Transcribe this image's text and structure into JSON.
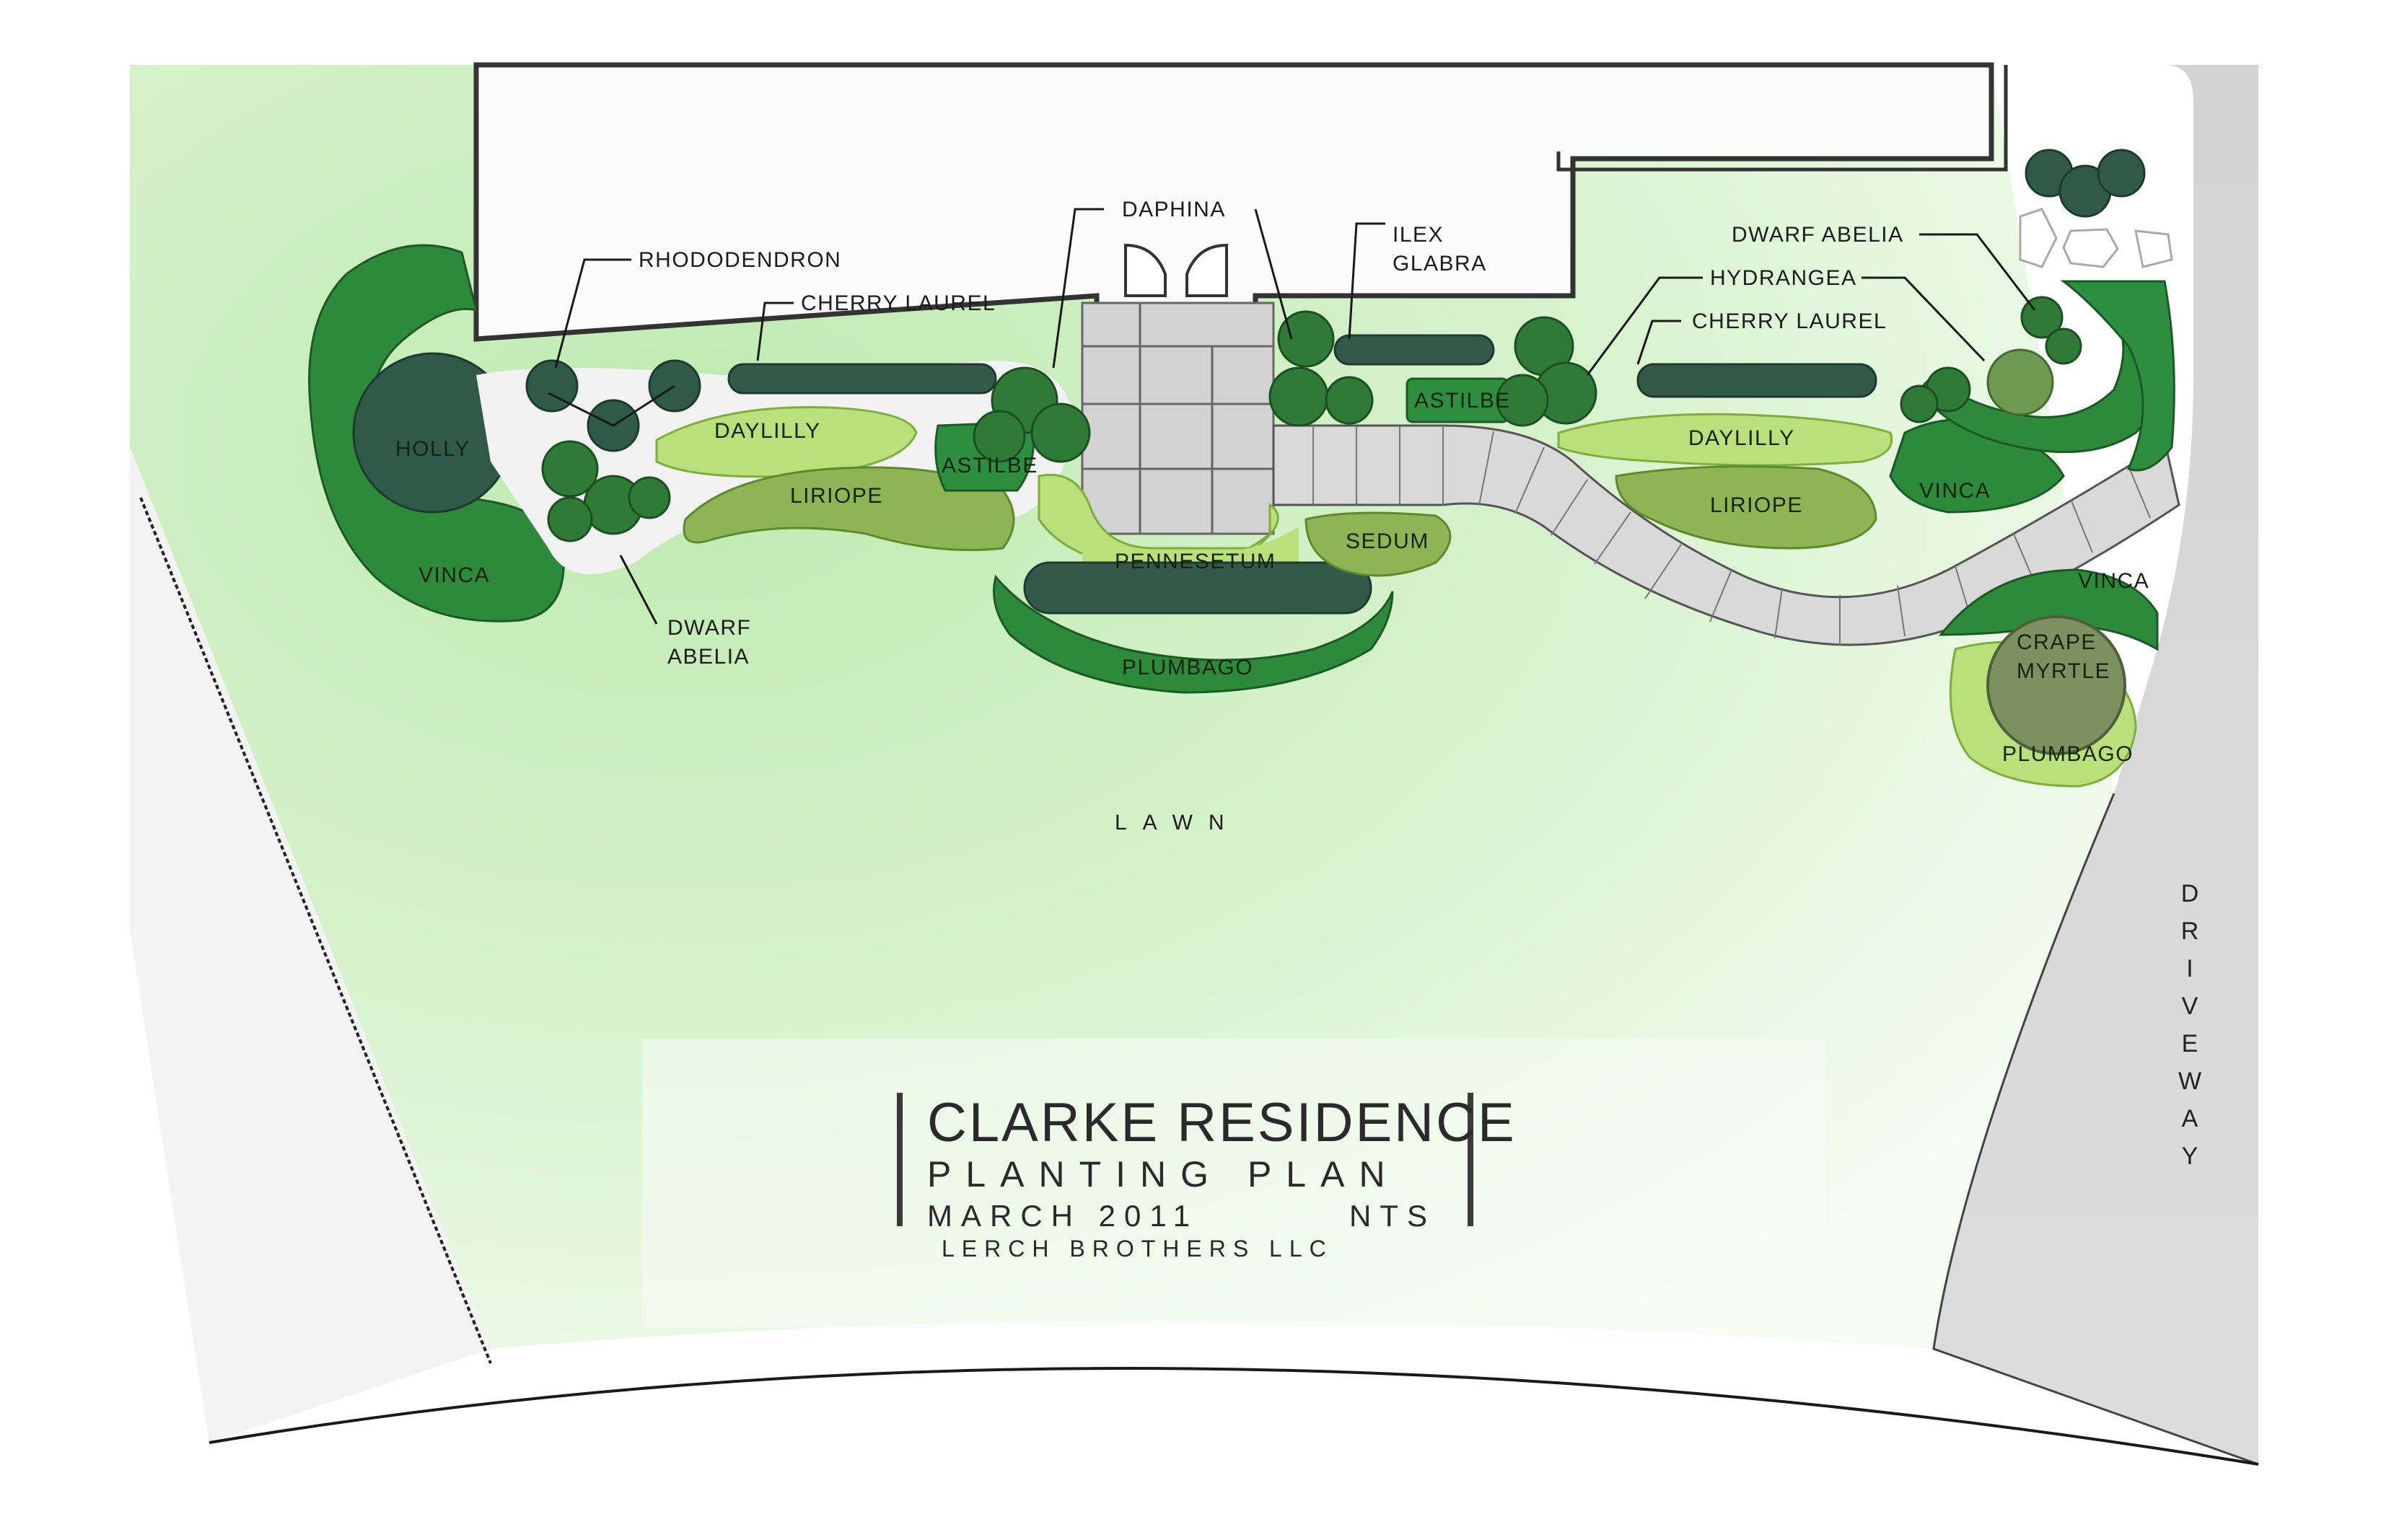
{
  "title": {
    "name": "CLARKE RESIDENCE",
    "subtitle": "PLANTING PLAN",
    "date": "MARCH 2011",
    "scale": "NTS",
    "firm": "LERCH BROTHERS LLC"
  },
  "labels": {
    "rhododendron": "RHODODENDRON",
    "cherry_laurel_left": "CHERRY LAUREL",
    "daphina": "DAPHINA",
    "ilex_line1": "ILEX",
    "ilex_line2": "GLABRA",
    "dwarf_abelia_right": "DWARF ABELIA",
    "hydrangea": "HYDRANGEA",
    "cherry_laurel_right": "CHERRY LAUREL",
    "holly": "HOLLY",
    "daylilly_left": "DAYLILLY",
    "astilbe_left": "ASTILBE",
    "liriope_left": "LIRIOPE",
    "astilbe_right": "ASTILBE",
    "daylilly_right": "DAYLILLY",
    "liriope_right": "LIRIOPE",
    "vinca_right": "VINCA",
    "vinca_left": "VINCA",
    "dwarf_abelia_line1": "DWARF",
    "dwarf_abelia_line2": "ABELIA",
    "pennesetum": "PENNESETUM",
    "sedum": "SEDUM",
    "plumbago_center": "PLUMBAGO",
    "vinca_corner": "VINCA",
    "crape_line1": "CRAPE",
    "crape_line2": "MYRTLE",
    "plumbago_corner": "PLUMBAGO",
    "lawn": "LAWN",
    "driveway": "DRIVEWAY"
  },
  "colors": {
    "lawn": "#c9efbf",
    "dark_shrub": "#2f5a4a",
    "medium_shrub": "#2f7a36",
    "light_bed": "#b9e07a",
    "olive_bed": "#8db455",
    "paving": "#d6d6d6",
    "driveway": "#d9d9d9"
  }
}
